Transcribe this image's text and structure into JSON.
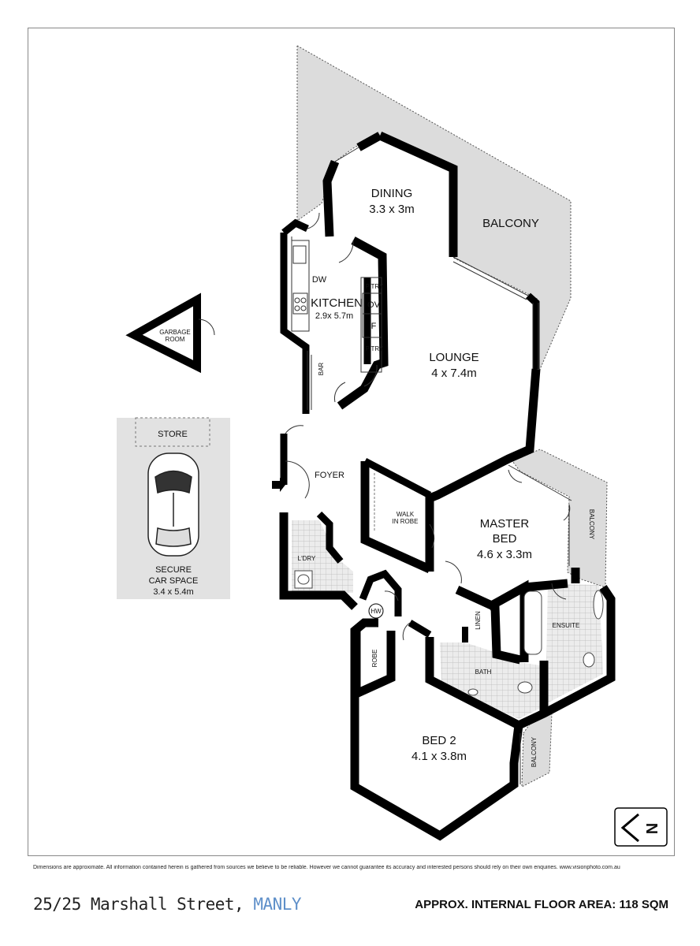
{
  "rooms": {
    "dining": {
      "name": "DINING",
      "size": "3.3 x 3m"
    },
    "balcony_main": {
      "name": "BALCONY"
    },
    "kitchen": {
      "name": "KITCHEN",
      "size": "2.9x 5.7m"
    },
    "lounge": {
      "name": "LOUNGE",
      "size": "4 x 7.4m"
    },
    "foyer": {
      "name": "FOYER"
    },
    "walk_in_robe": {
      "line1": "WALK",
      "line2": "IN ROBE"
    },
    "master_bed": {
      "name1": "MASTER",
      "name2": "BED",
      "size": "4.6 x 3.3m"
    },
    "balcony_master": {
      "name": "BALCONY"
    },
    "laundry": {
      "name": "L'DRY"
    },
    "hw": {
      "name": "HW"
    },
    "linen": {
      "name": "LINEN"
    },
    "ensuite": {
      "name": "ENSUITE"
    },
    "robe": {
      "name": "ROBE"
    },
    "bath": {
      "name": "BATH"
    },
    "bed2": {
      "name": "BED 2",
      "size": "4.1 x 3.8m"
    },
    "balcony_bed2": {
      "name": "BALCONY"
    }
  },
  "fixtures": {
    "dw": "DW",
    "ptry_top": "P'TRY",
    "ov": "OV",
    "f": "F",
    "ptry_bottom": "P'TRY",
    "bar": "BAR"
  },
  "garbage": {
    "line1": "GARBAGE",
    "line2": "ROOM"
  },
  "car_space": {
    "store": "STORE",
    "line1": "SECURE",
    "line2": "CAR SPACE",
    "size": "3.4 x 5.4m"
  },
  "compass": {
    "letter": "N"
  },
  "disclaimer": "Dimensions are approximate. All information contained herein is gathered from sources we believe to be reliable. However we cannot guarantee its accuracy and interested persons should rely on their own enquiries. www.visionphoto.com.au",
  "footer": {
    "address": "25/25 Marshall Street,",
    "suburb": "MANLY",
    "area": "APPROX. INTERNAL FLOOR AREA: 118 SQM"
  },
  "colors": {
    "balcony_fill": "#dcdcdc",
    "wall": "#000000",
    "tile_fill": "#e6e6e6",
    "car_bg": "#e2e2e2",
    "suburb_text": "#5e8fc9"
  }
}
